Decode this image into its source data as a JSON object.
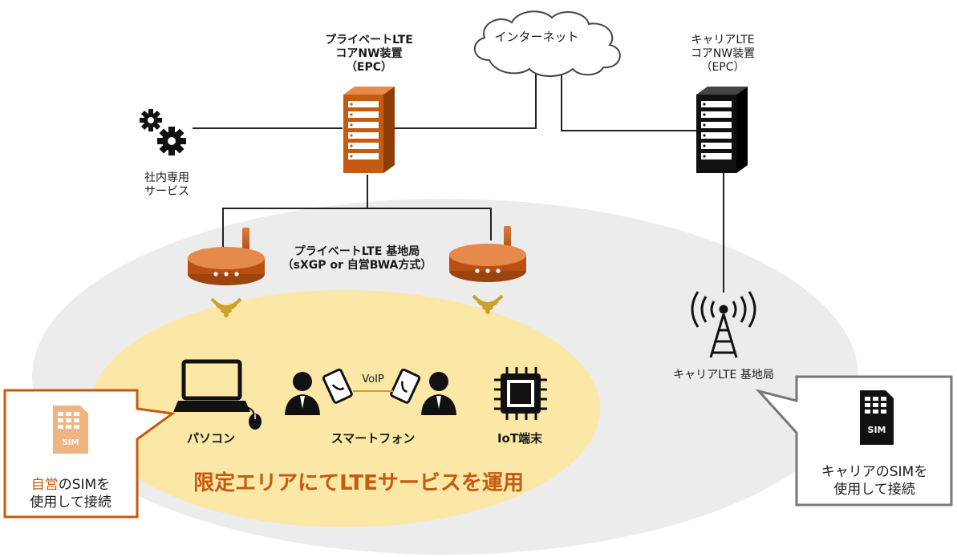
{
  "internet": {
    "label": "インターネット"
  },
  "private_epc": {
    "line1": "プライベートLTE",
    "line2": "コアNW装置",
    "line3": "（EPC）"
  },
  "carrier_epc": {
    "line1": "キャリアLTE",
    "line2": "コアNW装置",
    "line3": "（EPC）"
  },
  "internal_service": {
    "line1": "社内専用",
    "line2": "サービス"
  },
  "private_base_station": {
    "line1": "プライベートLTE 基地局",
    "line2": "（sXGP or 自営BWA方式）"
  },
  "carrier_base_station": {
    "label": "キャリアLTE 基地局"
  },
  "devices": {
    "pc": "パソコン",
    "smartphone": "スマートフォン",
    "iot": "IoT端末",
    "voip": "VoIP"
  },
  "area_caption": "限定エリアにてLTEサービスを運用",
  "own_sim_callout": {
    "icon_text": "SIM",
    "highlight": "自営",
    "line1_rest": "のSIMを",
    "line2": "使用して接続"
  },
  "carrier_sim_callout": {
    "icon_text": "SIM",
    "line1": "キャリアのSIMを",
    "line2": "使用して接続"
  },
  "colors": {
    "brand_orange": "#c55a11",
    "gold": "#c9a227",
    "area_yellow": "#fbe7a6",
    "area_gray": "#ececec",
    "sim_orange": "#f0b483"
  }
}
